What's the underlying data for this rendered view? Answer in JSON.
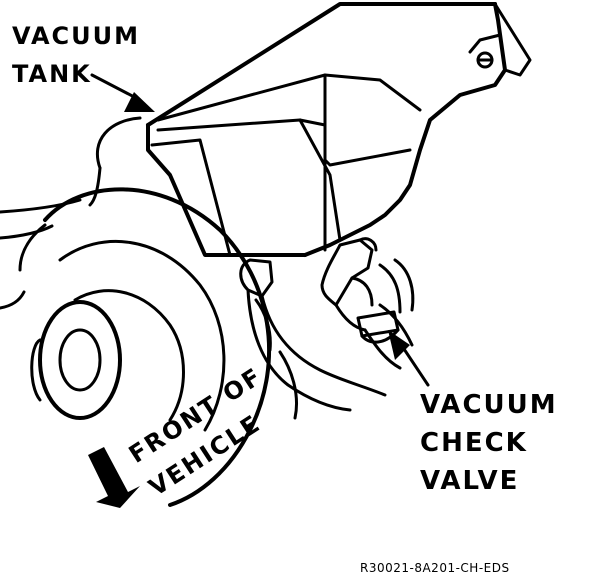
{
  "callouts": {
    "vacuum_tank": [
      "VACUUM",
      "TANK"
    ],
    "check_valve": [
      "VACUUM",
      "CHECK",
      "VALVE"
    ],
    "front_of_vehicle": [
      "FRONT OF",
      "VEHICLE"
    ]
  },
  "figure_code": "R30021-8A201-CH-EDS"
}
